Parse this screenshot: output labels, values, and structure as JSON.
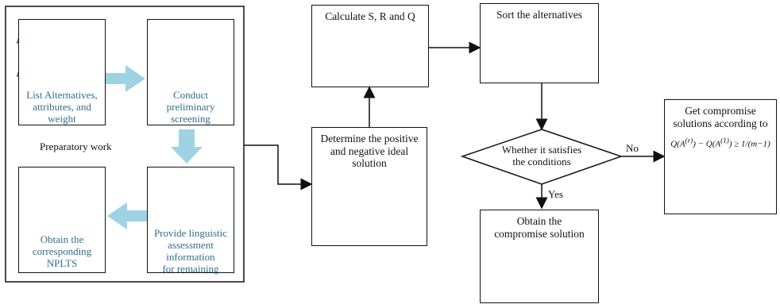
{
  "prep": {
    "list_label": [
      "List Alternatives,",
      "attributes, and",
      "weight"
    ],
    "screen_label": [
      "Conduct",
      "preliminary",
      "screening"
    ],
    "section_label": "Preparatory work",
    "nplts_label": [
      "Obtain the",
      "corresponding",
      "NPLTS"
    ],
    "linguistic_label": [
      "Provide linguistic",
      "assessment",
      "information",
      "for remaining"
    ]
  },
  "steps": {
    "calc": "Calculate S, R and Q",
    "ideal": [
      "Determine the positive",
      "and negative ideal",
      "solution"
    ],
    "sort": "Sort the alternatives",
    "decision": [
      "Whether it satisfies",
      "the conditions"
    ],
    "obtain": [
      "Obtain the",
      "compromise solution"
    ],
    "get": [
      "Get compromise",
      "solutions according to"
    ]
  },
  "edges": {
    "yes": "Yes",
    "no": "No"
  },
  "colors": {
    "accent": "#2f6f8a",
    "arrow_fill": "#9fd3e3"
  }
}
